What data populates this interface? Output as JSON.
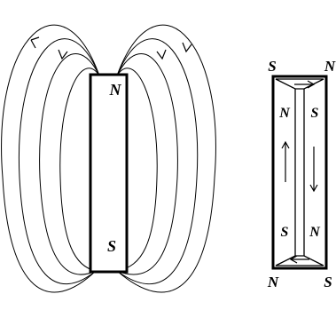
{
  "bar_magnet": {
    "top_pole": "N",
    "bottom_pole": "S"
  },
  "split_magnet": {
    "outer_top_left": "S",
    "outer_top_right": "N",
    "outer_bottom_left": "N",
    "outer_bottom_right": "S",
    "inner_left_top": "N",
    "inner_right_top": "S",
    "inner_left_bottom": "S",
    "inner_right_bottom": "N"
  },
  "colors": {
    "ink": "#000000",
    "background": "#ffffff"
  }
}
